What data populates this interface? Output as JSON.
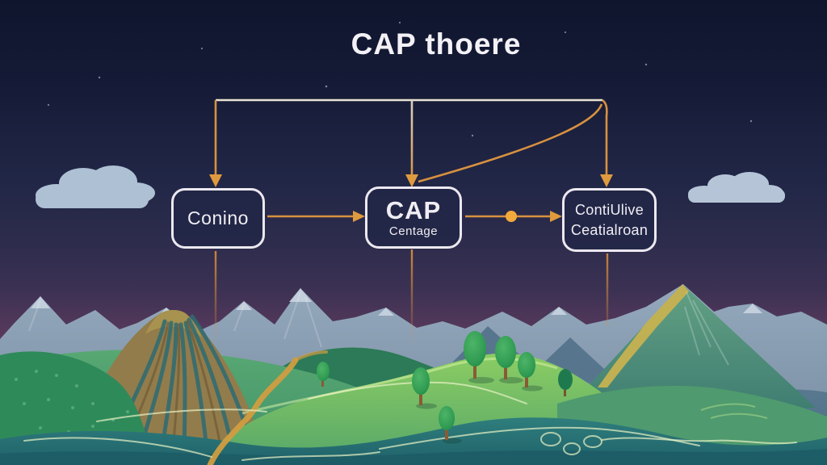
{
  "title": "CAP thoere",
  "nodes": [
    {
      "label": "Conino"
    },
    {
      "title": "CAP",
      "subtitle": "Centage"
    },
    {
      "line1": "ContiUlive",
      "line2": "Ceatialroan"
    }
  ],
  "colors": {
    "sky_top": "#0f152d",
    "sky_purple": "#6b4265",
    "arrow_orange": "#d8913f",
    "arrowhead_orange": "#e09a3e",
    "flow_dot_orange": "#f2a93c",
    "top_line_white": "#e9e2d4",
    "box_border": "#ece8f0",
    "box_fill": "#212746",
    "title_text": "#f3f1f6",
    "cloud": "#aec0d4",
    "mountain_far": "#8aa0b5",
    "mountain_peak_highlight": "#c9d4e0",
    "green_mountain_gold_ridge": "#c6b251",
    "hill_bright_green": "#7cc561",
    "valley_teal": "#2a7678",
    "mound_brown": "#937c4b",
    "golden_road": "#d09d40"
  }
}
